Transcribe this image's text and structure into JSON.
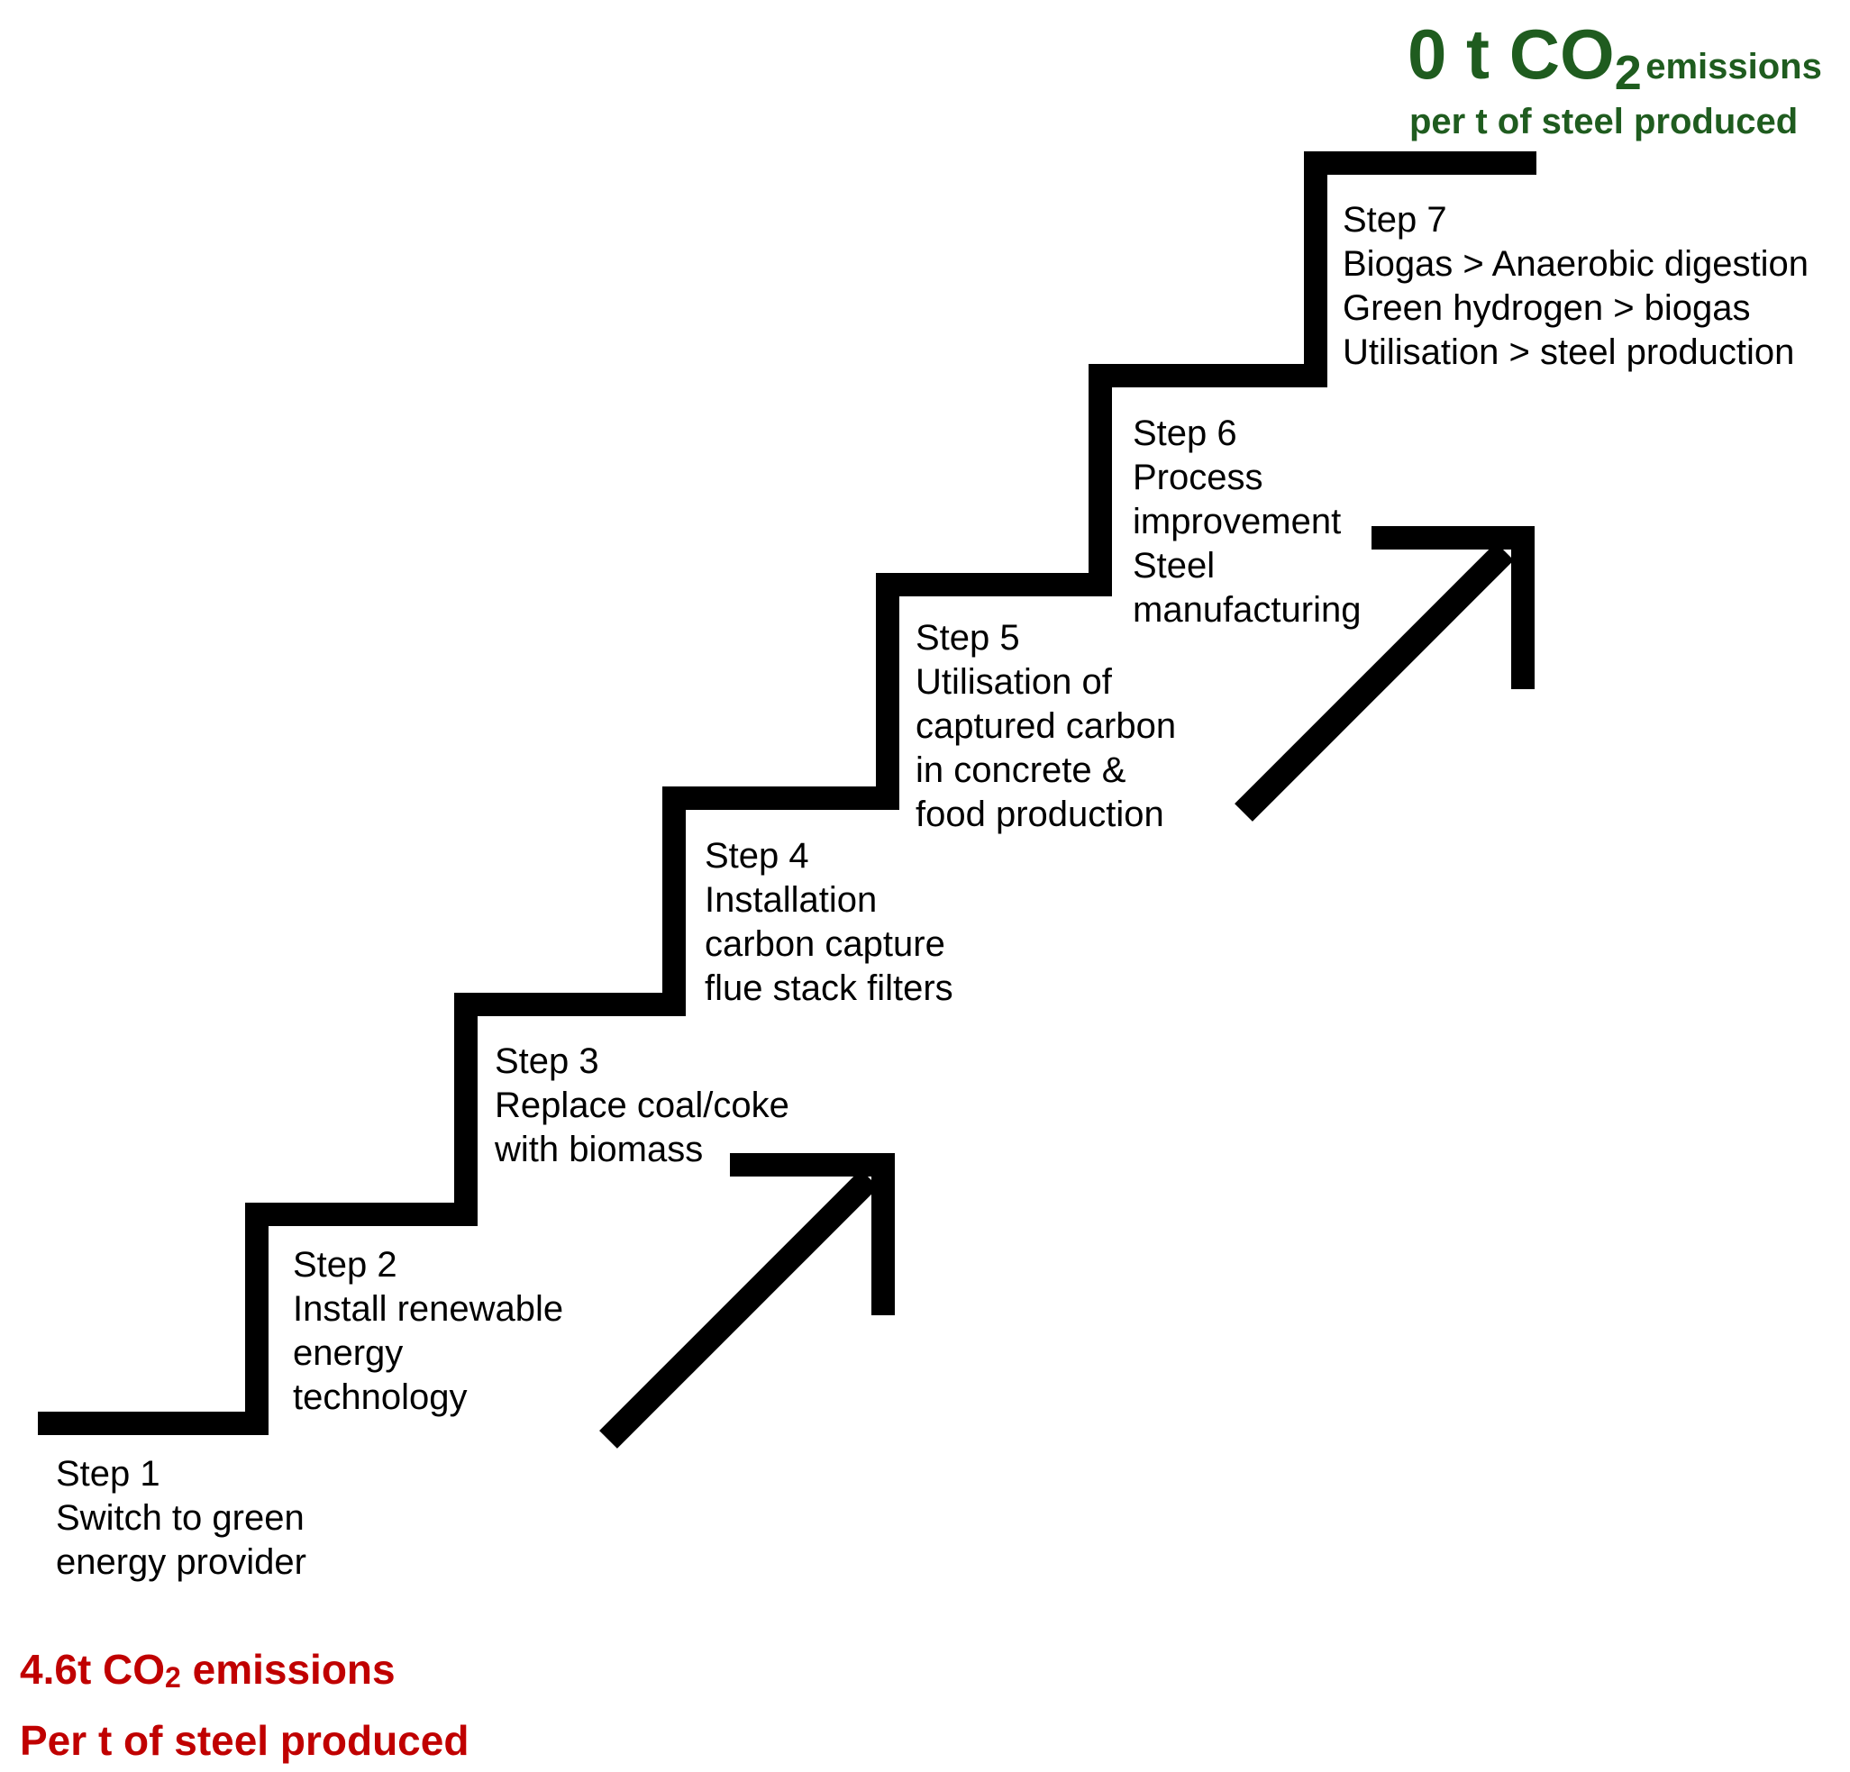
{
  "goal": {
    "value": "0 t CO",
    "subscript": "2",
    "unit": "emissions",
    "line2": "per t of steel produced",
    "color": "#1f5c1f"
  },
  "start": {
    "line1_prefix": "4.6t CO",
    "line1_subscript": "2",
    "line1_suffix": " emissions",
    "line2": "Per t of steel produced",
    "color": "#c00000"
  },
  "steps": [
    {
      "title": "Step 1",
      "lines": [
        "Switch to green",
        "energy provider"
      ]
    },
    {
      "title": "Step 2",
      "lines": [
        "Install renewable",
        "energy",
        "technology"
      ]
    },
    {
      "title": "Step 3",
      "lines": [
        "Replace coal/coke",
        "with biomass"
      ]
    },
    {
      "title": "Step 4",
      "lines": [
        "Installation",
        "carbon capture",
        "flue stack filters"
      ]
    },
    {
      "title": "Step 5",
      "lines": [
        "Utilisation of",
        "captured carbon",
        "in concrete &",
        "food production"
      ]
    },
    {
      "title": "Step 6",
      "lines": [
        "Process",
        "improvement",
        "Steel",
        "manufacturing"
      ]
    },
    {
      "title": "Step 7",
      "lines": [
        "Biogas > Anaerobic digestion",
        "Green hydrogen > biogas",
        "Utilisation > steel production"
      ]
    }
  ],
  "stroke_color": "#000000"
}
